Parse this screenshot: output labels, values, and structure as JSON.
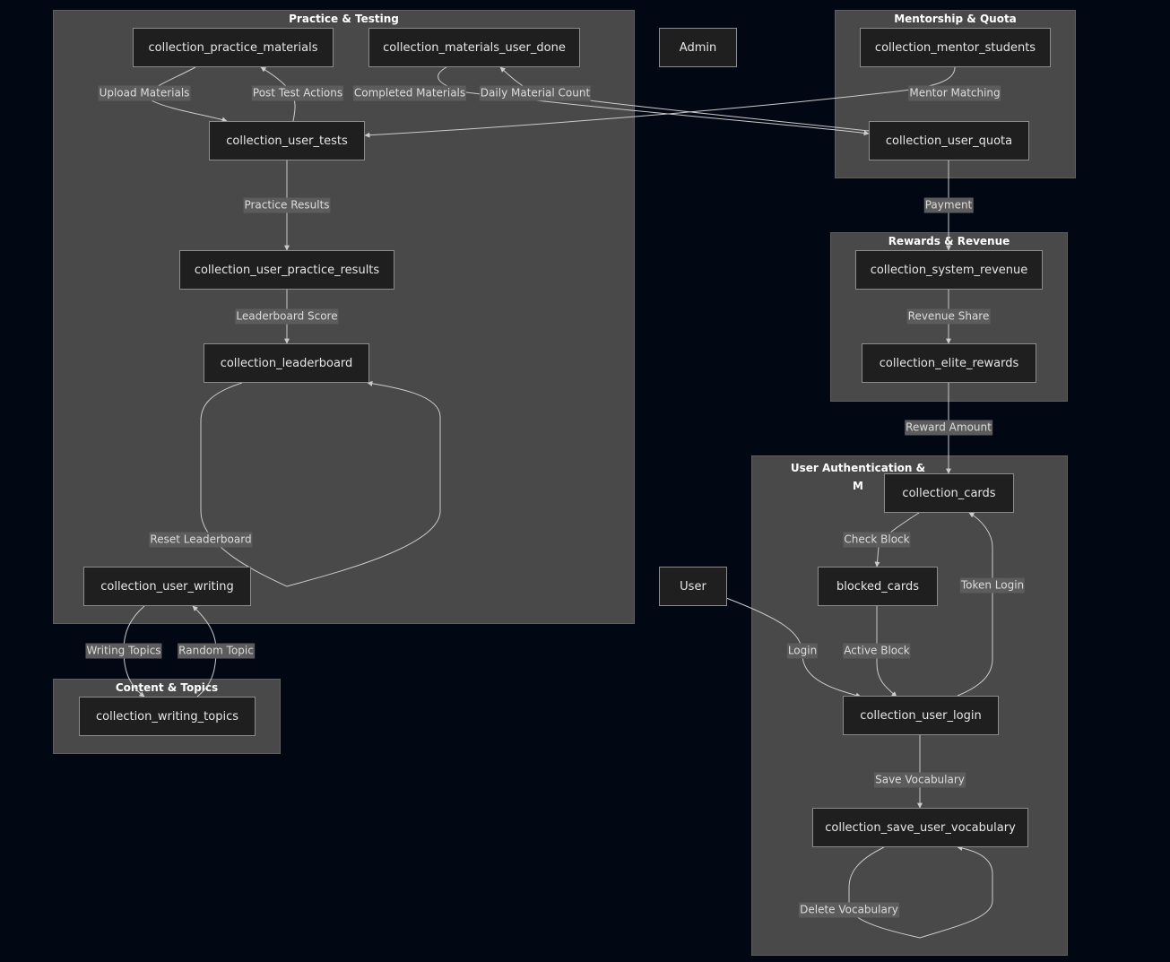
{
  "clusters": {
    "practice": "Practice & Testing",
    "mentorship": "Mentorship & Quota",
    "rewards": "Rewards & Revenue",
    "auth": "User Authentication &\nM",
    "content": "Content & Topics"
  },
  "nodes": {
    "practice_materials": "collection_practice_materials",
    "materials_user_done": "collection_materials_user_done",
    "admin": "Admin",
    "mentor_students": "collection_mentor_students",
    "user_tests": "collection_user_tests",
    "user_quota": "collection_user_quota",
    "user_practice_results": "collection_user_practice_results",
    "system_revenue": "collection_system_revenue",
    "leaderboard": "collection_leaderboard",
    "elite_rewards": "collection_elite_rewards",
    "cards": "collection_cards",
    "user_writing": "collection_user_writing",
    "user": "User",
    "blocked_cards": "blocked_cards",
    "writing_topics": "collection_writing_topics",
    "user_login": "collection_user_login",
    "save_user_vocabulary": "collection_save_user_vocabulary"
  },
  "edges": {
    "upload_materials": "Upload Materials",
    "post_test_actions": "Post Test Actions",
    "completed_materials": "Completed Materials",
    "daily_material_count": "Daily Material Count",
    "mentor_matching": "Mentor Matching",
    "payment": "Payment",
    "practice_results": "Practice Results",
    "revenue_share": "Revenue Share",
    "leaderboard_score": "Leaderboard Score",
    "reward_amount": "Reward Amount",
    "reset_leaderboard": "Reset Leaderboard",
    "check_block": "Check Block",
    "token_login": "Token Login",
    "writing_topics": "Writing Topics",
    "random_topic": "Random Topic",
    "login": "Login",
    "active_block": "Active Block",
    "save_vocabulary": "Save Vocabulary",
    "delete_vocabulary": "Delete Vocabulary"
  },
  "colors": {
    "background": "#020714",
    "cluster_fill": "#494949",
    "node_fill": "#1f1f1f",
    "node_border": "#8c8c8c",
    "edge": "#cccccc",
    "edge_label_bg": "#5c5c5c"
  }
}
